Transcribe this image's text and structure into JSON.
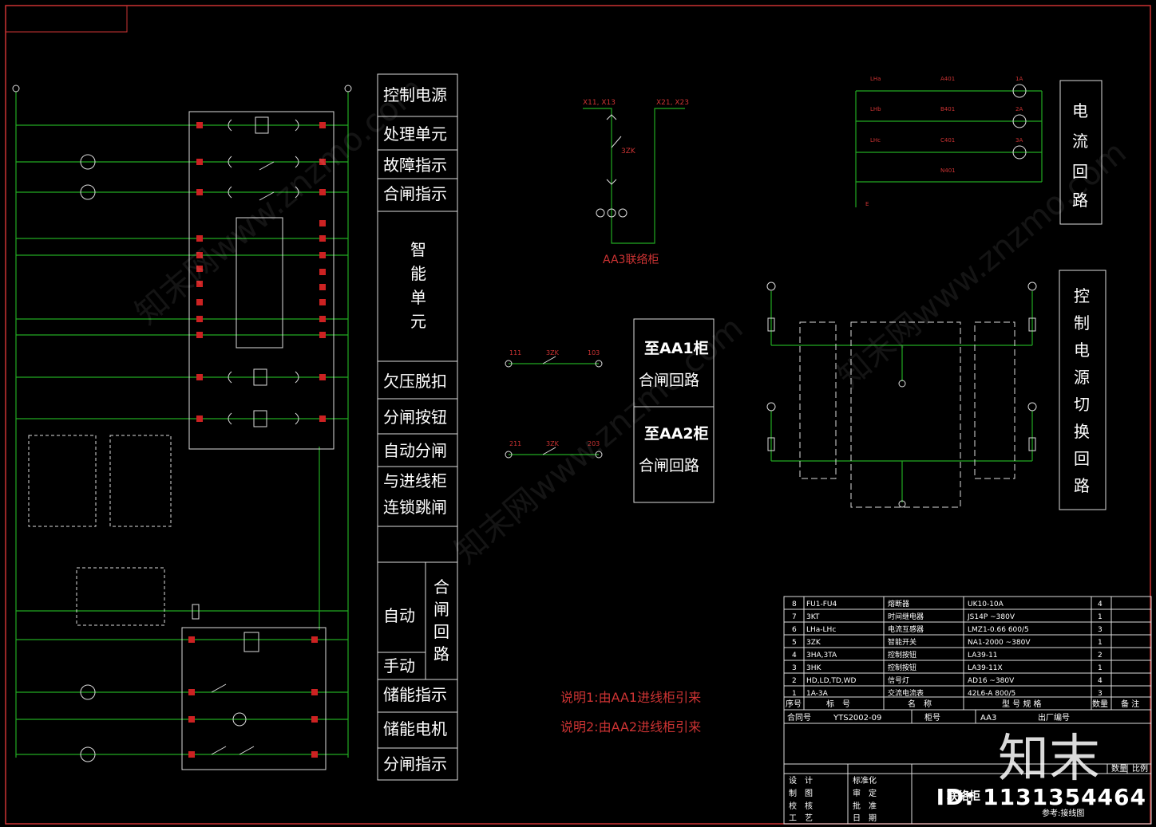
{
  "function_labels": [
    "控制电源",
    "处理单元",
    "故障指示",
    "合闸指示",
    "智",
    "能",
    "单",
    "元",
    "欠压脱扣",
    "分闸按钮",
    "自动分闸",
    "与进线柜",
    "连锁跳闸",
    "自动",
    "合",
    "闸",
    "回",
    "路",
    "手动",
    "储能指示",
    "储能电机",
    "分闸指示"
  ],
  "aa3": {
    "title": "AA3联络柜",
    "left": "X11, X13",
    "right": "X21, X23",
    "switch": "3ZK"
  },
  "to_aa1": {
    "line1": "至AA1柜",
    "line2": "合闸回路"
  },
  "to_aa2": {
    "line1": "至AA2柜",
    "line2": "合闸回路"
  },
  "mini1": {
    "a": "111",
    "b": "3ZK",
    "c": "103"
  },
  "mini2": {
    "a": "211",
    "b": "3ZK",
    "c": "203"
  },
  "notes": [
    "说明1:由AA1进线柜引来",
    "说明2:由AA2进线柜引来"
  ],
  "current_loop": {
    "title_chars": [
      "电",
      "流",
      "回",
      "路"
    ],
    "labels": [
      "LHa",
      "LHb",
      "LHc",
      "A401",
      "B401",
      "C401",
      "N401",
      "1A",
      "2A",
      "3A",
      "E"
    ]
  },
  "switch_loop": {
    "title_chars": [
      "控",
      "制",
      "电",
      "源",
      "切",
      "换",
      "回",
      "路"
    ]
  },
  "bom_rows": [
    [
      "8",
      "FU1-FU4",
      "熔断器",
      "UK10-10A",
      "4",
      ""
    ],
    [
      "7",
      "3KT",
      "时间继电器",
      "JS14P ~380V",
      "1",
      ""
    ],
    [
      "6",
      "LHa-LHc",
      "电流互感器",
      "LMZ1-0.66 600/5",
      "3",
      ""
    ],
    [
      "5",
      "3ZK",
      "智能开关",
      "NA1-2000 ~380V",
      "1",
      ""
    ],
    [
      "4",
      "3HA,3TA",
      "控制按钮",
      "LA39-11",
      "2",
      ""
    ],
    [
      "3",
      "3HK",
      "控制按钮",
      "LA39-11X",
      "1",
      ""
    ],
    [
      "2",
      "HD,LD,TD,WD",
      "信号灯",
      "AD16 ~380V",
      "4",
      ""
    ],
    [
      "1",
      "1A-3A",
      "交流电流表",
      "42L6-A 800/5",
      "3",
      ""
    ]
  ],
  "bom_header": [
    "序号",
    "标　号",
    "名　称",
    "型 号 规 格",
    "数量",
    "备 注"
  ],
  "title_block": {
    "contract_label": "合同号",
    "contract_no": "YTS2002-09",
    "cabinet_label": "柜号",
    "cabinet_no": "AA3",
    "factory_label": "出厂编号",
    "design": "设　计",
    "drawing": "制　图",
    "check": "校　核",
    "process": "工　艺",
    "standard": "标准化",
    "review": "审　定",
    "approve": "批　准",
    "date": "日　期",
    "qty": "数量",
    "scale": "比例",
    "drawing_title": "联络柜",
    "ref": "参考:接线图"
  },
  "logo": "知末",
  "id_text": "ID: 1131354464",
  "watermark": "知末网www.znzmo.com"
}
